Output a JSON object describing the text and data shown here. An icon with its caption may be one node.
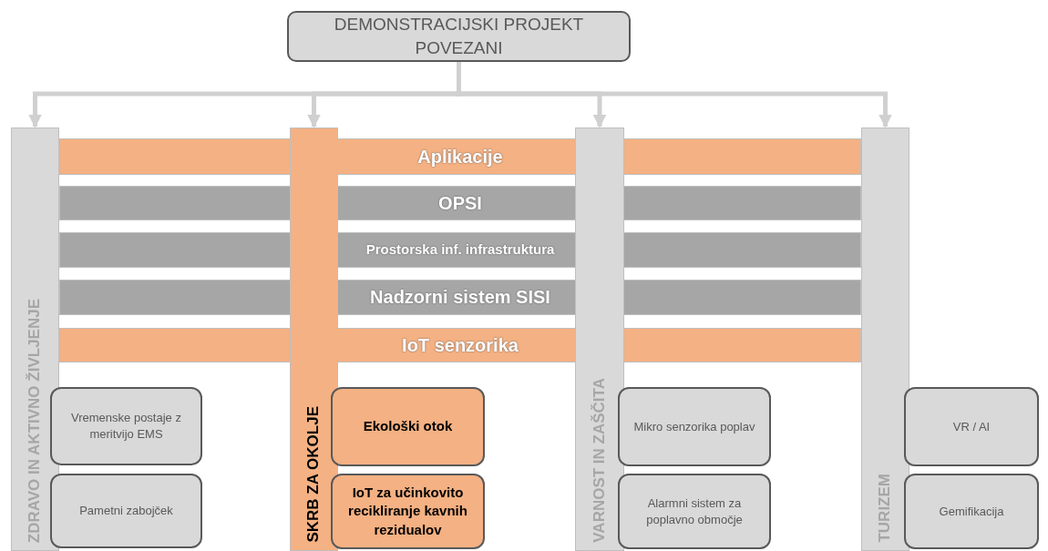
{
  "diagram": {
    "nodes": [
      {
        "text": [
          "DEMONSTRACIJSKI PROJEKT POVEZANI"
        ]
      },
      {
        "text": [
          "ZDRAVO IN AKTIVNO ŽIVLJENJE"
        ]
      },
      {
        "text": [
          "SKRB ZA OKOLJE"
        ]
      },
      {
        "text": [
          "VARNOST IN ZAŠČITA"
        ]
      },
      {
        "text": [
          "TURIZEM"
        ]
      },
      {
        "text": [
          "Aplikacije"
        ]
      },
      {
        "text": [
          "OPSI"
        ]
      },
      {
        "text": [
          "Prostorska inf. infrastruktura"
        ]
      },
      {
        "text": [
          "Nadzorni sistem SISI"
        ]
      },
      {
        "text": [
          "IoT senzorika"
        ]
      },
      {
        "text": [
          "Vremenske postaje z meritvijo EMS"
        ]
      },
      {
        "text": [
          "Pametni zabojček"
        ]
      },
      {
        "text": [
          "Ekološki otok"
        ]
      },
      {
        "text": [
          "IoT za učinkovito recikliranje kavnih rezidualov"
        ]
      },
      {
        "text": [
          "Mikro senzorika poplav"
        ]
      },
      {
        "text": [
          "Alarmni sistem za poplavno območje"
        ]
      },
      {
        "text": [
          "VR / AI"
        ]
      },
      {
        "text": [
          "Gemifikacija"
        ]
      }
    ],
    "edges": [
      {
        "from": 0,
        "to": 1,
        "arrow": "to"
      },
      {
        "from": 0,
        "to": 2,
        "arrow": "to"
      },
      {
        "from": 0,
        "to": 3,
        "arrow": "to"
      },
      {
        "from": 0,
        "to": 4,
        "arrow": "to"
      }
    ]
  }
}
